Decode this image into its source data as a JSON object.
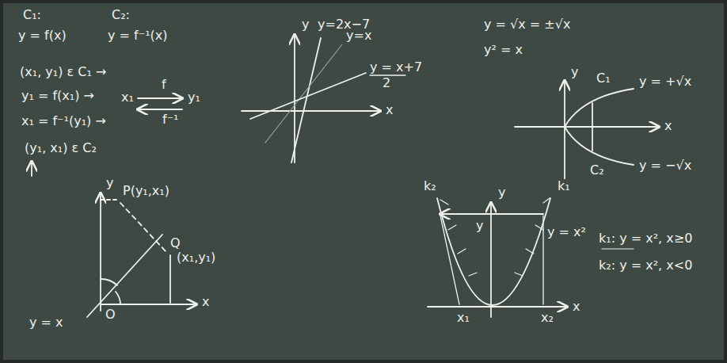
{
  "diagram": {
    "labels": [
      "C₁:",
      "C₂:",
      "y = f(x)",
      "y = f⁻¹(x)",
      "(x₁, y₁) ε C₁ →",
      "y₁ = f(x₁) →",
      "x₁ = f⁻¹(y₁) →",
      "(y₁, x₁) ε C₂",
      "x₁",
      "f",
      "y₁",
      "f⁻¹",
      "y",
      "y=2x−7",
      "y=x",
      "y = x+7",
      "2",
      "x",
      "y = √x = ±√x",
      "y² = x",
      "y",
      "C₁",
      "y = +√x",
      "x",
      "C₂",
      "y = −√x",
      "y",
      "P(y₁,x₁)",
      "Q",
      "(x₁,y₁)",
      "x",
      "O",
      "y = x",
      "k₂",
      "k₁",
      "y",
      "y = x²",
      "y",
      "x",
      "x₁",
      "x₂",
      "k₁: y = x², x≥0",
      "k₂: y = x², x<0"
    ]
  }
}
